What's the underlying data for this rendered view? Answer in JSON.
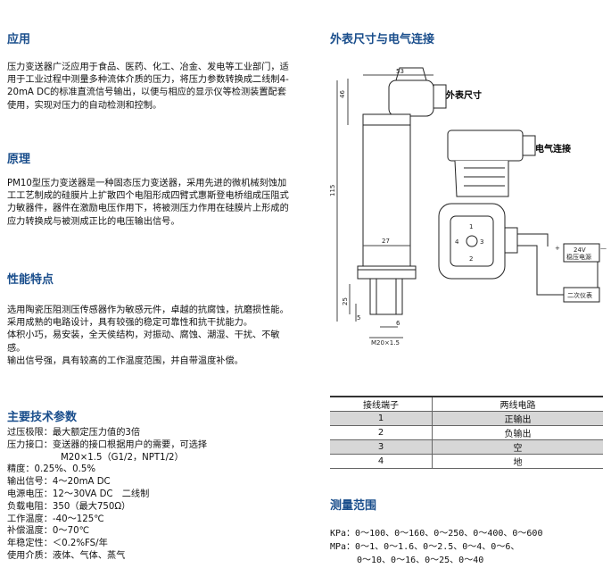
{
  "sections": {
    "application": {
      "title": "应用",
      "body": "压力变送器广泛应用于食品、医药、化工、冶金、发电等工业部门，适用于工业过程中测量多种流体介质的压力，将压力参数转换成二线制4-20mA DC的标准直流信号输出，以便与相应的显示仪等检测装置配套使用，实现对压力的自动检测和控制。"
    },
    "principle": {
      "title": "原理",
      "body": "PM10型压力变送器是一种固态压力变送器，采用先进的微机械刻蚀加工工艺制成的硅膜片上扩散四个电阻形成四臂式惠斯登电桥组成压阻式力敏器件，器件在激励电压作用下，将被测压力作用在硅膜片上形成的应力转换成与被测成正比的电压输出信号。"
    },
    "features": {
      "title": "性能特点",
      "items": [
        "选用陶瓷压阻测压传感器作为敏感元件，卓越的抗腐蚀，抗磨损性能。",
        "采用成熟的电路设计，具有较强的稳定可靠性和抗干扰能力。",
        "体积小巧，易安装，全天侯结构，对振动、腐蚀、潮湿、干扰、不敏感。",
        "输出信号强，具有较高的工作温度范围，并自带温度补偿。"
      ]
    },
    "specs": {
      "title": "主要技术参数",
      "lines": [
        "过压极限：最大额定压力值的3倍",
        "压力接口：变送器的接口根据用户的需要，可选择",
        "M20×1.5（G1/2，NPT1/2）",
        "精度：0.25%、0.5%",
        "输出信号：4～20mA DC",
        "电源电压：12～30VA DC　二线制",
        "负载电阻：350（最大750Ω）",
        "工作温度：-40～125℃",
        "补偿温度：0～70℃",
        "年稳定性：＜0.2%FS/年",
        "使用介质：液体、气体、蒸气"
      ]
    },
    "dimensions": {
      "title": "外表尺寸与电气连接",
      "label_outline": "外表尺寸",
      "label_electrical": "电气连接",
      "dim_53": "53",
      "dim_46": "46",
      "dim_115": "115",
      "dim_27": "27",
      "dim_25": "25",
      "dim_5": "5",
      "dim_6": "6",
      "thread": "M20×1.5",
      "supply_voltage": "24V",
      "supply_label": "稳压电源",
      "meter_label": "二次仪表",
      "plus": "+",
      "minus": "—",
      "pin1": "1",
      "pin2": "2",
      "pin3": "3",
      "pin4": "4"
    },
    "wiring": {
      "headers": [
        "接线端子",
        "两线电路"
      ],
      "rows": [
        [
          "1",
          "正输出"
        ],
        [
          "2",
          "负输出"
        ],
        [
          "3",
          "空"
        ],
        [
          "4",
          "地"
        ]
      ]
    },
    "range": {
      "title": "测量范围",
      "kpa": "KPa：0～100、0～160、0～250、0～400、0～600",
      "mpa1": "MPa：0～1、0～1.6、0～2.5、0～4、0～6、",
      "mpa2": "0～10、0～16、0～25、0～40"
    }
  }
}
